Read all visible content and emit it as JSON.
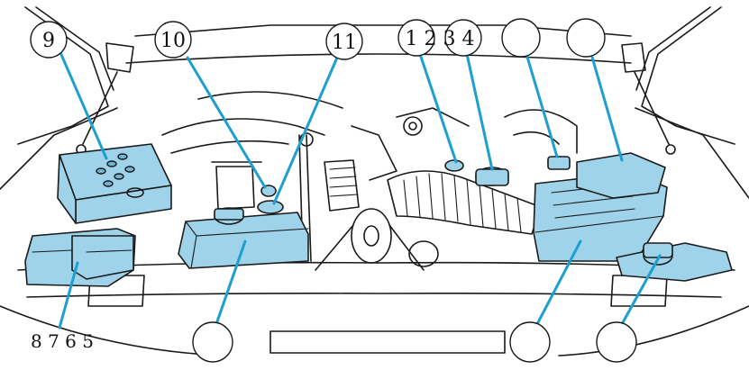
{
  "colors": {
    "highlight": "#9fd3ea",
    "highlight_dark": "#6fb6d6",
    "leader": "#1d9fd0",
    "ink": "#1a1a1a"
  },
  "callouts": {
    "c9": "9",
    "c10": "10",
    "c11": "11",
    "c1234": "1 2 3 4",
    "c_top5": "",
    "c_top6": ""
  },
  "bottom": {
    "left_group": "8 7 6 5",
    "b1": "",
    "b2": "",
    "b3": ""
  }
}
